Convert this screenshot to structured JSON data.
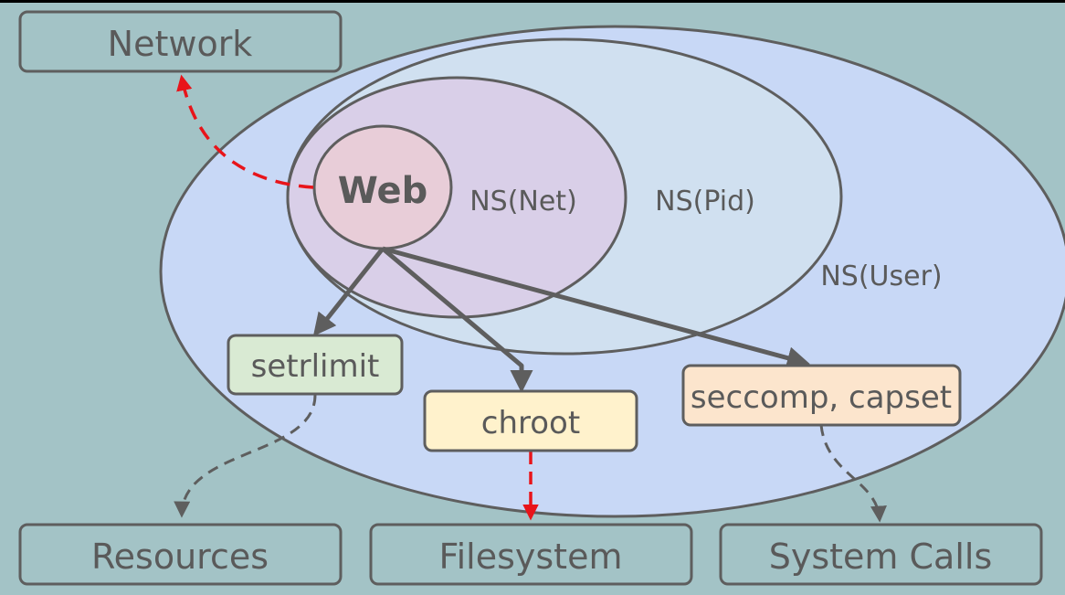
{
  "colors": {
    "background": "#a3c3c6",
    "top_strip": "#000000",
    "outline": "#5e5e5e",
    "ns_user_fill": "#c8d8f6",
    "ns_pid_fill": "#d0e0f0",
    "ns_net_fill": "#d9cfe8",
    "web_fill": "#e8cdd8",
    "setrlimit_fill": "#d9ead3",
    "chroot_fill": "#fff2cc",
    "seccomp_fill": "#fce5cd",
    "text": "#5a5a5a",
    "red_arrow": "#e8141a",
    "gray_arrow": "#5e5e5e",
    "box_fill": "#a3c3c6"
  },
  "nodes": {
    "network": "Network",
    "resources": "Resources",
    "filesystem": "Filesystem",
    "system_calls": "System Calls",
    "web": "Web",
    "ns_net": "NS(Net)",
    "ns_pid": "NS(Pid)",
    "ns_user": "NS(User)",
    "setrlimit": "setrlimit",
    "chroot": "chroot",
    "seccomp": "seccomp, capset"
  }
}
